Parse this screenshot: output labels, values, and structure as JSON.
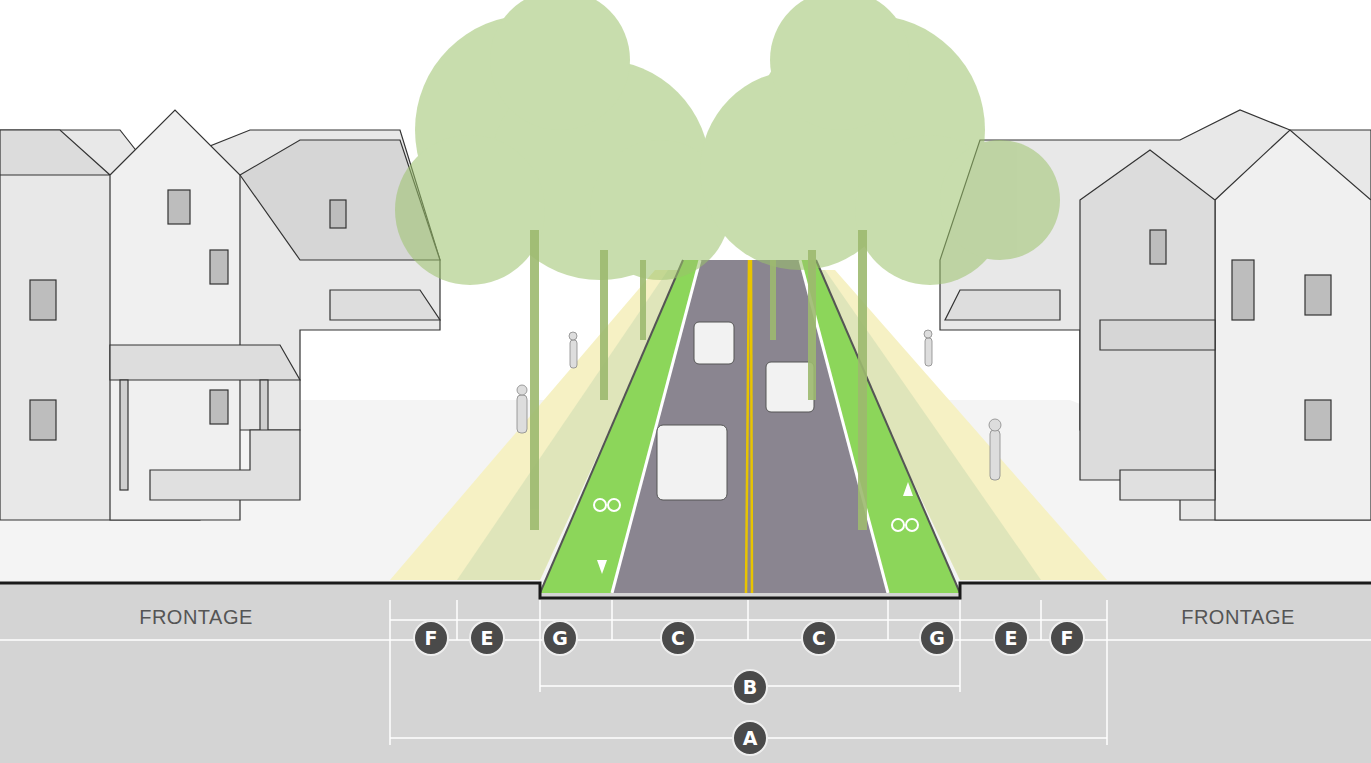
{
  "diagram": {
    "nodes": [
      {
        "text": [
          "F"
        ]
      },
      {
        "text": [
          "E"
        ]
      },
      {
        "text": [
          "G"
        ]
      },
      {
        "text": [
          "C"
        ]
      },
      {
        "text": [
          "C"
        ]
      },
      {
        "text": [
          "G"
        ]
      },
      {
        "text": [
          "E"
        ]
      },
      {
        "text": [
          "F"
        ]
      },
      {
        "text": [
          "B"
        ]
      },
      {
        "text": [
          "A"
        ]
      }
    ],
    "labels": [
      "FRONTAGE",
      "FRONTAGE"
    ]
  }
}
